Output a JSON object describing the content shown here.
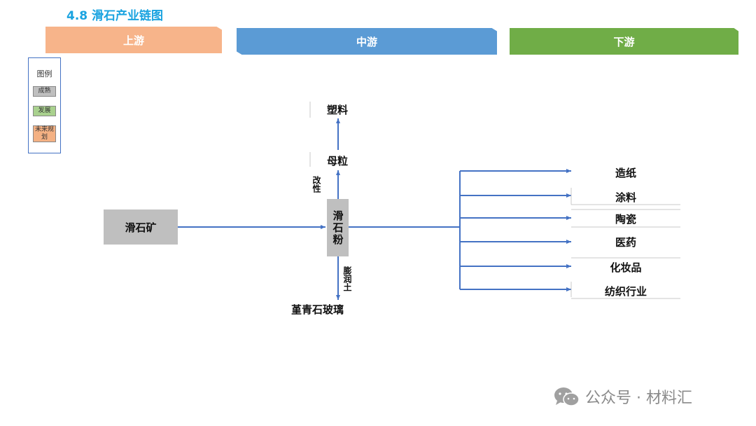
{
  "title": "4.8  滑石产业链图",
  "stages": {
    "upstream": "上游",
    "midstream": "中游",
    "downstream": "下游"
  },
  "legend": {
    "title": "图例",
    "mature": "成熟",
    "developing": "发展",
    "planned": "未来规划"
  },
  "nodes": {
    "ore": "滑石矿",
    "powder": "滑石粉",
    "masterbatch": "母粒",
    "plastics": "塑料",
    "cordierite_glass": "堇青石玻璃",
    "modify_label": "改性",
    "bentonite_label": "膨润土"
  },
  "downstream": [
    "造纸",
    "涂料",
    "陶瓷",
    "医药",
    "化妆品",
    "纺织行业"
  ],
  "colors": {
    "upstream": "#f7b48a",
    "midstream": "#5b9bd5",
    "downstream": "#70ad47",
    "arrow": "#4472c4",
    "node": "#bfbfbf"
  },
  "footer": {
    "text": "公众号 · 材料汇",
    "icon": "wechat-icon"
  }
}
